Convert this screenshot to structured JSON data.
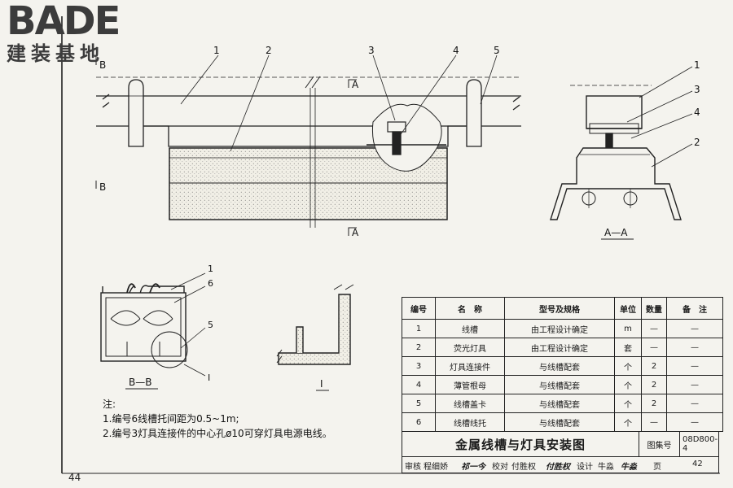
{
  "logo": {
    "main": "BADE",
    "sub": "建装基地"
  },
  "page_number": "44",
  "callouts": {
    "elevation": [
      "1",
      "2",
      "3",
      "4",
      "5"
    ],
    "section_aa": [
      "1",
      "3",
      "4",
      "2"
    ],
    "section_bb": [
      "1",
      "6",
      "5",
      "I"
    ]
  },
  "section_marks": {
    "a_top": "A",
    "a_bottom": "A",
    "b_top": "B",
    "b_bottom": "B"
  },
  "view_labels": {
    "aa": "A—A",
    "bb": "B—B",
    "detail": "I"
  },
  "notes": {
    "heading": "注:",
    "lines": [
      "1.编号6线槽托间距为0.5~1m;",
      "2.编号3灯具连接件的中心孔ø10可穿灯具电源电线。"
    ]
  },
  "bom": {
    "headers": [
      "编号",
      "名　称",
      "型号及规格",
      "单位",
      "数量",
      "备　注"
    ],
    "rows": [
      [
        "1",
        "线槽",
        "由工程设计确定",
        "m",
        "—",
        "—"
      ],
      [
        "2",
        "荧光灯具",
        "由工程设计确定",
        "套",
        "—",
        "—"
      ],
      [
        "3",
        "灯具连接件",
        "与线槽配套",
        "个",
        "2",
        "—"
      ],
      [
        "4",
        "薄管根母",
        "与线槽配套",
        "个",
        "2",
        "—"
      ],
      [
        "5",
        "线槽盖卡",
        "与线槽配套",
        "个",
        "2",
        "—"
      ],
      [
        "6",
        "线槽线托",
        "与线槽配套",
        "个",
        "—",
        "—"
      ]
    ]
  },
  "title_block": {
    "title": "金属线槽与灯具安装图",
    "atlas_label": "图集号",
    "atlas_no": "08D800-4",
    "review": "审核",
    "review_name": "程细娇",
    "review_sig": "祁一今",
    "check": "校对",
    "check_name": "付胜权",
    "check_sig": "付胜权",
    "design": "设计",
    "design_name": "牛淼",
    "design_sig": "牛淼",
    "page_label": "页",
    "page_no": "42"
  }
}
